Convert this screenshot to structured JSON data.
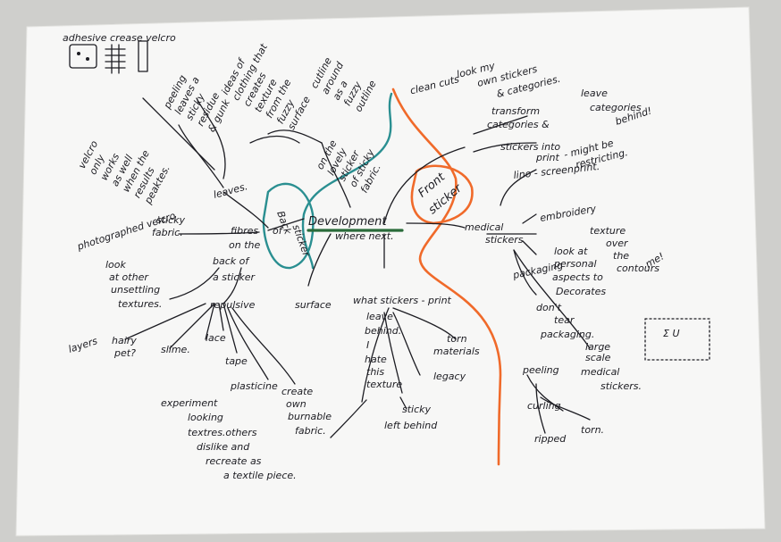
{
  "colors": {
    "paper": "#f7f7f6",
    "background": "#cfcfcc",
    "ink": "#1c1c22",
    "teal": "#2a8f91",
    "orange": "#f06a2a",
    "green": "#2a6b3a"
  },
  "center": {
    "line1": "Development",
    "line2": "where next."
  },
  "back_label": {
    "line1": "Back",
    "line2": "of",
    "line3": "sticker"
  },
  "front_label": {
    "line1": "Front",
    "line2": "sticker"
  },
  "sketch_label": "adhesive   crease   velcro",
  "notes": {
    "velcro": [
      "velcro",
      "only",
      "works",
      "as well",
      "when the",
      "results",
      "peaktes."
    ],
    "peeling": [
      "peeling",
      "leaves a",
      "sticky",
      "residue",
      "& gunk"
    ],
    "ideas": [
      "ideas of",
      "clothing that",
      "creates",
      "texture",
      "from the",
      "fuzzy",
      "surface"
    ],
    "outline": [
      "cutline",
      "around",
      "as a",
      "fuzzy",
      "outline"
    ],
    "lovely": [
      "on the",
      "lovely",
      "sticker",
      "of sticky",
      "fabric."
    ],
    "leaves": "leaves.",
    "sticky_fabric": [
      "sticky",
      "fabric."
    ],
    "photographed": "photographed velcro",
    "fibres": [
      "fibres",
      "on the",
      "back of",
      "a sticker"
    ],
    "look": [
      "look",
      "at other",
      "unsettling",
      "textures."
    ],
    "repulsive": "repulsive",
    "layers": "layers",
    "hairy_pet": [
      "hairy",
      "pet?"
    ],
    "slime": "slime.",
    "lace": "lace",
    "tape": "tape",
    "plasticine": "plasticine",
    "create_own": [
      "create",
      "own",
      "burnable",
      "fabric."
    ],
    "experiment": [
      "experiment",
      "looking",
      "textres.others",
      "dislike and",
      "recreate as",
      "a textile piece."
    ],
    "surface": "surface",
    "what_stickers": "what stickers - print",
    "leave_behind": [
      "leave",
      "behind."
    ],
    "hate": [
      "I",
      "hate",
      "this",
      "texture"
    ],
    "legacy": "legacy",
    "torn_materials": [
      "torn",
      "materials"
    ],
    "sticky_left": [
      "sticky",
      "left behind"
    ],
    "clean_cuts": [
      "clean cuts",
      "look my",
      "own stickers",
      "& categories."
    ],
    "transform": [
      "transform",
      "categories &"
    ],
    "leave_categories": [
      "leave",
      "categories",
      "behind!"
    ],
    "stickers_into": [
      "stickers into",
      "print"
    ],
    "restricting": [
      "- might be",
      "restricting."
    ],
    "lino": "lino - screenprint.",
    "medical": [
      "medical",
      "stickers"
    ],
    "embroidery": "embroidery",
    "texture_over": [
      "texture",
      "over",
      "the",
      "contours",
      "me!"
    ],
    "look_personal": [
      "look at",
      "personal",
      "aspects to",
      "Decorates"
    ],
    "packaging": [
      "packaging"
    ],
    "don_tear": [
      "don't",
      "tear",
      "packaging."
    ],
    "large_scale": [
      "large",
      "scale",
      "medical",
      "stickers."
    ],
    "peeling2": "peeling",
    "curling": "curling",
    "torn": "torn.",
    "ripped": "ripped"
  }
}
